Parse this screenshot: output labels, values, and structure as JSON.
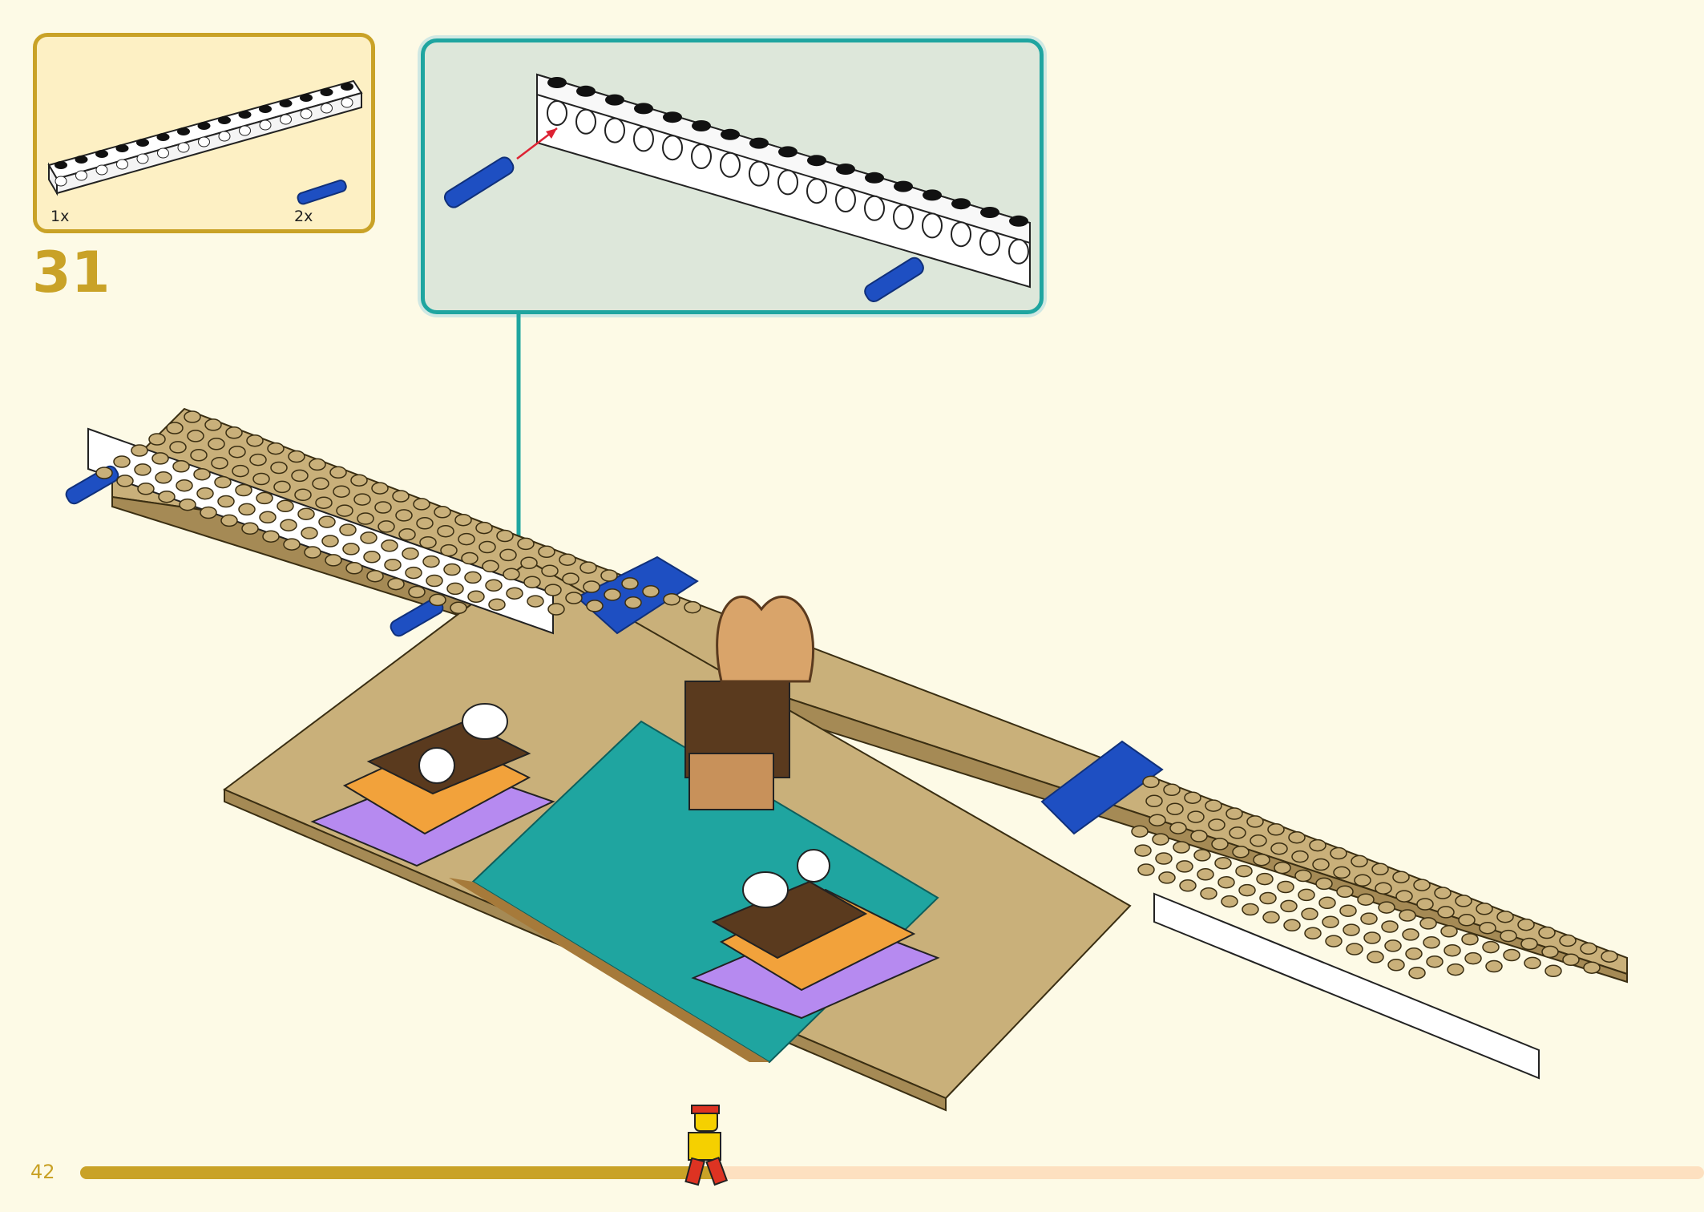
{
  "parts_list": {
    "items": [
      {
        "icon": "technic-beam-15-hole-white",
        "qty": "1x"
      },
      {
        "icon": "technic-pin-blue",
        "qty": "2x"
      }
    ]
  },
  "step": {
    "number": "31"
  },
  "page": {
    "number": "42"
  },
  "progress": {
    "fraction": 0.395
  },
  "colors": {
    "background": "#fdfae6",
    "gold": "#c9a227",
    "callout_border": "#1fa5a0",
    "callout_fill": "#dde7da",
    "progress_track": "#fde0c0",
    "tan_plate": "#c9b07a",
    "teal_tile": "#1fa5a0",
    "blue": "#1e4fc2"
  }
}
